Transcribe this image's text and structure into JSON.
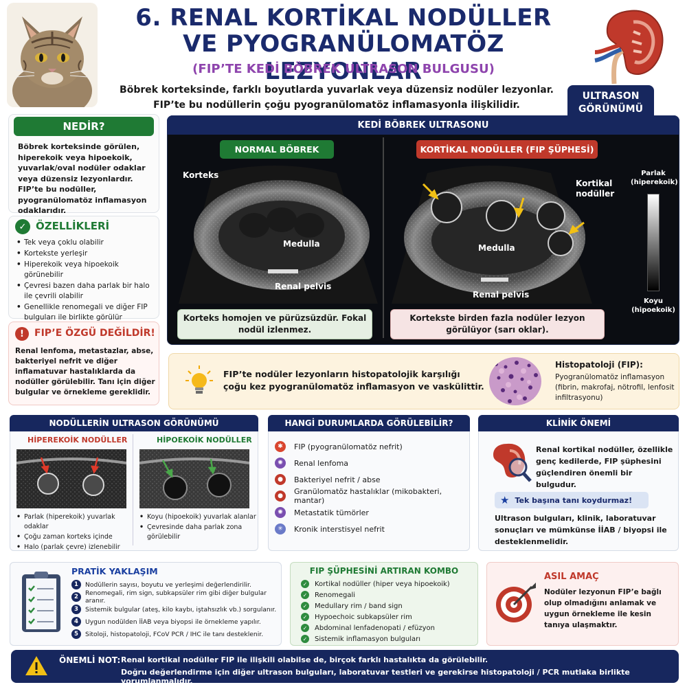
{
  "header": {
    "title_line1": "6. RENAL KORTİKAL NODÜLLER",
    "title_line2": "VE PYOGRANÜLOMATÖZ LEZYONLAR",
    "subtitle": "(FIP’TE KEDİ BÖBREK ULTRASON BULGUSU)",
    "intro": "Böbrek korteksinde, farklı boyutlarda yuvarlak veya düzensiz nodüler lezyonlar. FIP’te bu nodüllerin çoğu pyogranülomatöz inflamasyonla ilişkilidir.",
    "ultrasound_label": "ULTRASON\nGÖRÜNÜMÜ"
  },
  "nedir": {
    "title": "NEDİR?",
    "text": "Böbrek korteksinde görülen, hiperekoik veya hipoekoik, yuvarlak/oval nodüler odaklar veya düzensiz lezyonlardır. FIP’te bu nodüller, pyogranülomatöz inflamasyon odaklarıdır."
  },
  "ozellikler": {
    "title": "ÖZELLİKLERİ",
    "items": [
      "Tek veya çoklu olabilir",
      "Kortekste yerleşir",
      "Hiperekoik veya hipoekoik görünebilir",
      "Çevresi bazen daha parlak bir halo ile çevrili olabilir",
      "Genellikle renomegali ve diğer FIP bulguları ile birlikte görülür"
    ]
  },
  "fip_ozgu": {
    "title": "FIP’E ÖZGÜ DEĞİLDİR!",
    "text": "Renal lenfoma, metastazlar, abse, bakteriyel nefrit ve diğer inflamatuvar hastalıklarda da nodüller görülebilir. Tanı için diğer bulgular ve örnekleme gereklidir."
  },
  "ultrasound": {
    "title": "KEDİ BÖBREK ULTRASONU",
    "normal_title": "NORMAL BÖBREK",
    "nodule_title": "KORTİKAL NODÜLLER (FIP ŞÜPHESİ)",
    "labels": {
      "korteks": "Korteks",
      "medulla_left": "Medulla",
      "pelvis_left": "Renal pelvis",
      "kortikal_nodul": "Kortikal nodüller",
      "medulla_right": "Medulla",
      "pelvis_right": "Renal pelvis"
    },
    "scale_top": "Parlak (hiperekoik)",
    "scale_bottom": "Koyu (hipoekoik)",
    "normal_caption": "Korteks homojen ve pürüzsüzdür. Fokal nodül izlenmez.",
    "nodule_caption": "Kortekste birden fazla nodüler lezyon görülüyor (sarı oklar)."
  },
  "histo": {
    "text": "FIP’te nodüler lezyonların histopatolojik karşılığı çoğu kez pyogranülomatöz inflamasyon ve vaskülittir.",
    "title": "Histopatoloji (FIP):",
    "desc": "Pyogranülomatöz inflamasyon (fibrin, makrofaj, nötrofil, lenfosit infiltrasyonu)"
  },
  "nodul_us": {
    "title": "NODÜLLERİN ULTRASON GÖRÜNÜMÜ",
    "hyper_title": "HİPEREKOİK NODÜLLER",
    "hypo_title": "HİPOEKOİK NODÜLLER",
    "hyper_items": [
      "Parlak (hiperekoik) yuvarlak odaklar",
      "Çoğu zaman korteks içinde",
      "Halo (parlak çevre) izlenebilir"
    ],
    "hypo_items": [
      "Koyu (hipoekoik) yuvarlak alanlar",
      "Çevresinde daha parlak zona görülebilir"
    ]
  },
  "durumlar": {
    "title": "HANGİ DURUMLARDA GÖRÜLEBİLİR?",
    "items": [
      "FIP (pyogranülomatöz nefrit)",
      "Renal lenfoma",
      "Bakteriyel nefrit / abse",
      "Granülomatöz hastalıklar (mikobakteri, mantar)",
      "Metastatik tümörler",
      "Kronik interstisyel nefrit"
    ]
  },
  "klinik": {
    "title": "KLİNİK ÖNEMİ",
    "text": "Renal kortikal nodüller, özellikle genç kedilerde, FIP şüphesini güçlendiren önemli bir bulgudur.",
    "warning": "Tek başına tanı koydurmaz!",
    "text2": "Ultrason bulguları, klinik, laboratuvar sonuçları ve mümkünse İİAB / biyopsi ile desteklenmelidir."
  },
  "pratik": {
    "title": "PRATİK YAKLAŞIM",
    "steps": [
      "Nodüllerin sayısı, boyutu ve yerleşimi değerlendirilir.",
      "Renomegali, rim sign, subkapsüler rim gibi diğer bulgular aranır.",
      "Sistemik bulgular (ateş, kilo kaybı, iştahsızlık vb.) sorgulanır.",
      "Uygun nodülden İİAB veya biyopsi ile örnekleme yapılır.",
      "Sitoloji, histopatoloji, FCoV PCR / IHC ile tanı desteklenir."
    ]
  },
  "kombo": {
    "title": "FIP ŞÜPHESİNİ ARTIRAN KOMBO",
    "items": [
      "Kortikal nodüller (hiper veya hipoekoik)",
      "Renomegali",
      "Medullary rim / band sign",
      "Hypoechoic subkapsüler rim",
      "Abdominal lenfadenopati / efüzyon",
      "Sistemik inflamasyon bulguları"
    ]
  },
  "amac": {
    "title": "ASIL AMAÇ",
    "text": "Nodüler lezyonun FIP’e bağlı olup olmadığını anlamak ve uygun örnekleme ile kesin tanıya ulaşmaktır."
  },
  "footer": {
    "title": "ÖNEMLİ NOT:",
    "line1": "Renal kortikal nodüller FIP ile ilişkili olabilse de, birçok farklı hastalıkta da görülebilir.",
    "line2": "Doğru değerlendirme için diğer ultrason bulguları, laboratuvar testleri ve gerekirse histopatoloji / PCR mutlaka birlikte yorumlanmalıdır."
  },
  "colors": {
    "navy": "#17275e",
    "green": "#1f7a34",
    "red": "#c0392b",
    "purple": "#8e44ad",
    "arrow_yellow": "#f2c014"
  }
}
